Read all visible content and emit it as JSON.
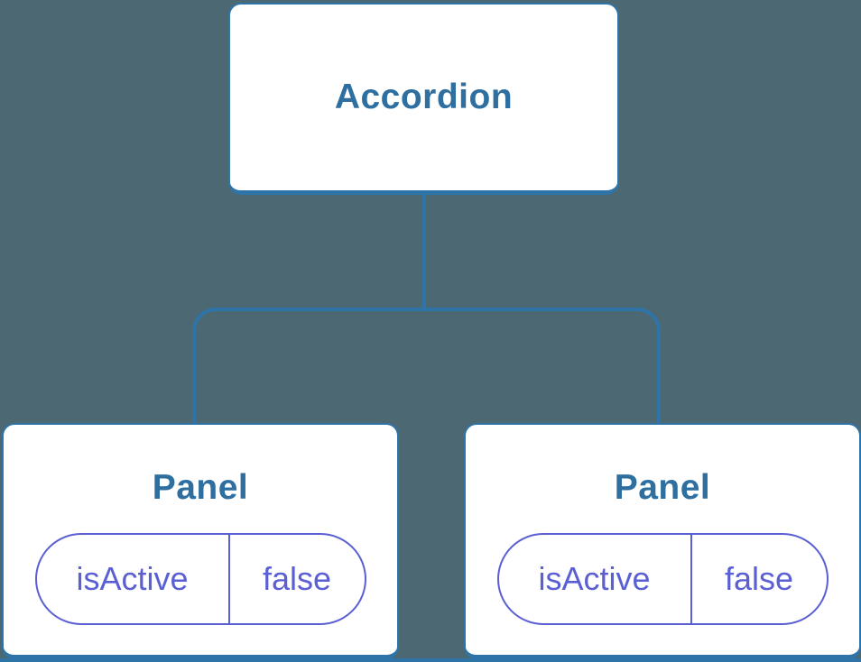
{
  "colors": {
    "background": "#4C6873",
    "node_border": "#2E74A8",
    "node_fill": "#FFFFFF",
    "title_text": "#2F6FA0",
    "state_accent": "#5A5FD3"
  },
  "tree": {
    "root": {
      "label": "Accordion"
    },
    "children": [
      {
        "label": "Panel",
        "state": {
          "name": "isActive",
          "value": "false"
        }
      },
      {
        "label": "Panel",
        "state": {
          "name": "isActive",
          "value": "false"
        }
      }
    ]
  }
}
